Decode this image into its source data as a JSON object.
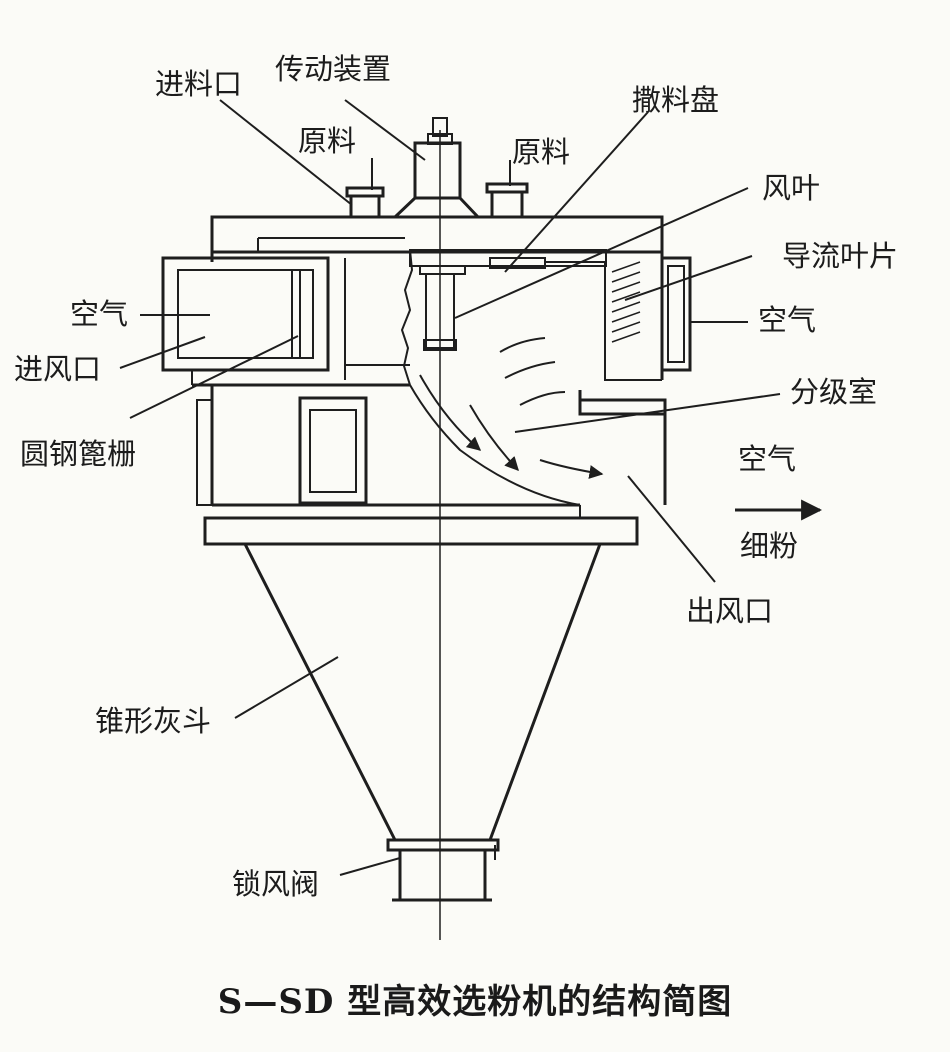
{
  "labels": {
    "feed_inlet": "进料口",
    "drive_unit": "传动装置",
    "raw_left": "原料",
    "raw_right": "原料",
    "spreader_plate": "撒料盘",
    "fan_blade": "风叶",
    "guide_vanes": "导流叶片",
    "air_right": "空气",
    "air_left": "空气",
    "air_inlet": "进风口",
    "round_steel_grate": "圆钢篦栅",
    "classifying_chamber": "分级室",
    "air_out": "空气",
    "fine_powder": "细粉",
    "air_outlet": "出风口",
    "cone_hopper": "锥形灰斗",
    "airlock_valve": "锁风阀"
  },
  "caption": "S—SD 型高效选粉机的结构简图"
}
